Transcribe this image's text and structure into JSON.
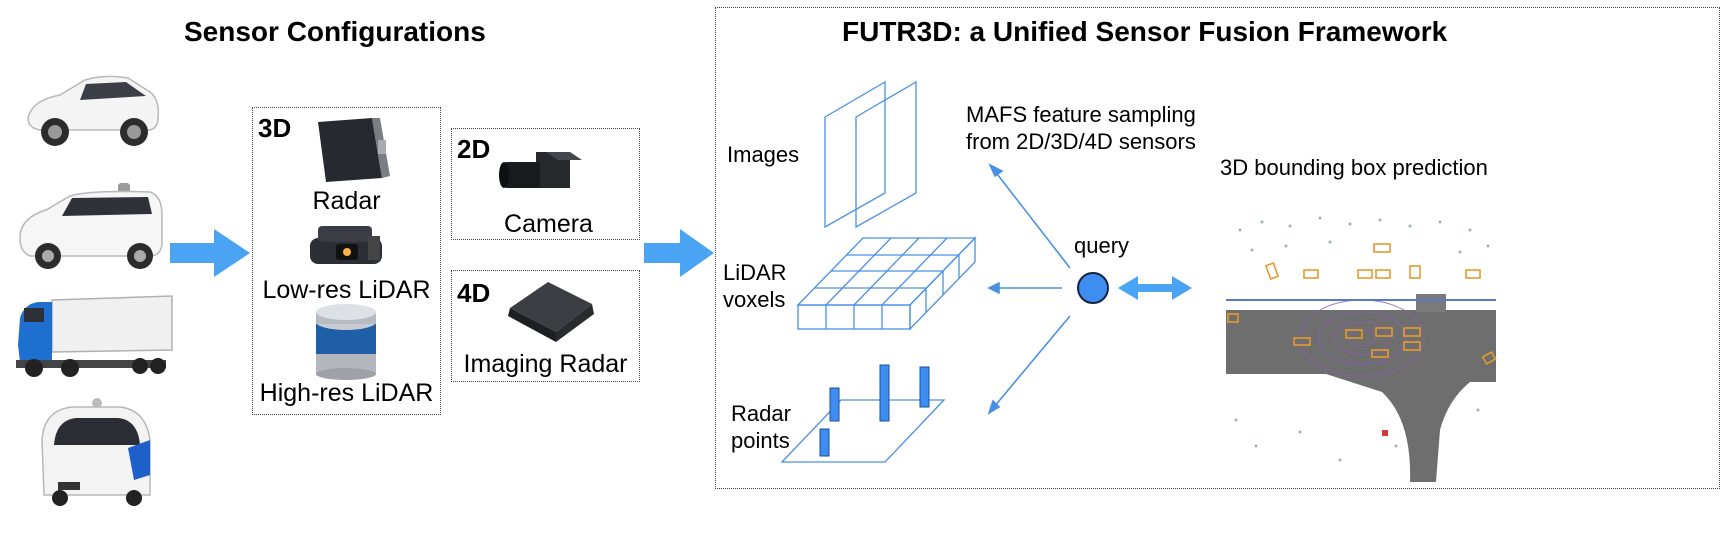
{
  "left_title": "Sensor Configurations",
  "right_title": "FUTR3D: a Unified Sensor Fusion Framework",
  "vehicles": [
    {
      "icon": "white-suv-car-icon"
    },
    {
      "icon": "white-minivan-robotaxi-icon"
    },
    {
      "icon": "blue-semi-truck-icon"
    },
    {
      "icon": "delivery-robot-vehicle-icon"
    }
  ],
  "sensors_3d": {
    "heading": "3D",
    "items": [
      {
        "label": "Radar",
        "icon": "radar-sensor-icon"
      },
      {
        "label": "Low-res LiDAR",
        "icon": "low-res-lidar-icon"
      },
      {
        "label": "High-res LiDAR",
        "icon": "high-res-lidar-icon"
      }
    ]
  },
  "sensors_2d": {
    "heading": "2D",
    "label": "Camera",
    "icon": "camera-icon"
  },
  "sensors_4d": {
    "heading": "4D",
    "label": "Imaging Radar",
    "icon": "imaging-radar-icon"
  },
  "framework": {
    "images_label": "Images",
    "lidar_label_line1": "LiDAR",
    "lidar_label_line2": "voxels",
    "radar_label_line1": "Radar",
    "radar_label_line2": "points",
    "mafs_line1": "MAFS feature sampling",
    "mafs_line2": "from 2D/3D/4D sensors",
    "query_label": "query",
    "prediction_label": "3D bounding box prediction"
  },
  "colors": {
    "accent_blue": "#4aa3f3",
    "line_blue": "#4a90e2",
    "query_fill": "#3d8ef0",
    "road_gray": "#6e6e6e",
    "box_orange": "#e89a2c"
  }
}
